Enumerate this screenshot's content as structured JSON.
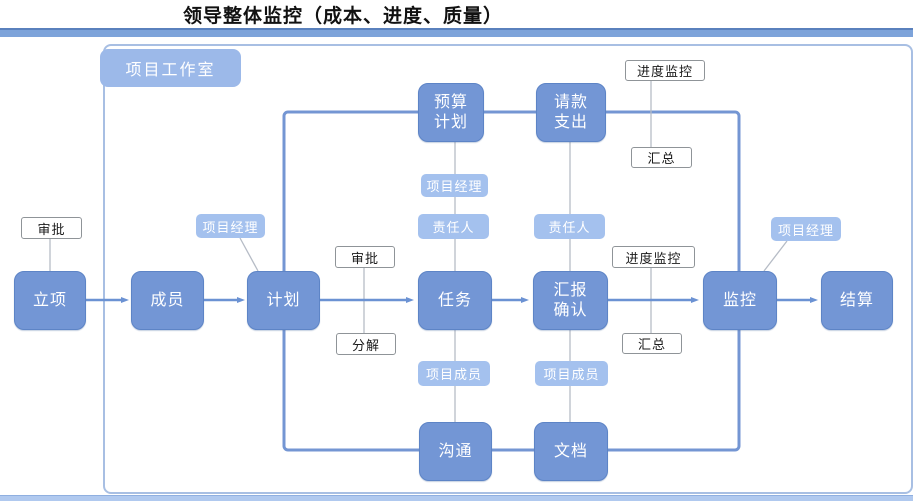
{
  "title": "领导整体监控（成本、进度、质量）",
  "container": {
    "label": "项目工作室"
  },
  "nodes": {
    "initiate": "立项",
    "members": "成员",
    "plan": "计划",
    "task": "任务",
    "report_confirm": "汇报\n确认",
    "monitor": "监控",
    "settle": "结算",
    "budget_plan": "预算\n计划",
    "payment_expense": "请款\n支出",
    "communication": "沟通",
    "document": "文档"
  },
  "role_tags": {
    "pm_plan": "项目经理",
    "pm_budget": "项目经理",
    "pm_monitor": "项目经理",
    "owner_task": "责任人",
    "owner_report": "责任人",
    "member_comm": "项目成员",
    "member_doc": "项目成员"
  },
  "annotations": {
    "approve_initiate": "审批",
    "approve_plan_task": "审批",
    "decompose": "分解",
    "progress_top": "进度监控",
    "summary_top": "汇总",
    "progress_mid": "进度监控",
    "summary_mid": "汇总"
  },
  "colors": {
    "node_fill": "#7396d5",
    "node_border": "#5d84c6",
    "tag_fill": "#a4c1ee",
    "loop_line": "#7496d3",
    "arrow": "#6b92d3",
    "thin_line": "#b6bcc6",
    "frame_border": "#a8bfe3",
    "top_bar": "#7da3da",
    "bottom_bar": "#b0c9ef"
  }
}
